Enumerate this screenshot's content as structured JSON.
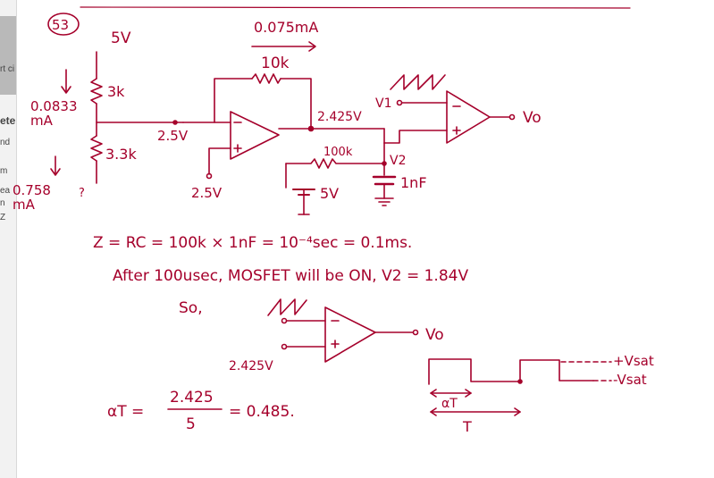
{
  "page_edge": {
    "snippets": [
      "rt ci",
      "ete",
      "nd",
      "m",
      "ea",
      "n",
      "Z"
    ]
  },
  "circuit": {
    "problem_number": "53",
    "supply_top": "5V",
    "r_top": "3k",
    "r_bottom": "3.3k",
    "divider_current": "0.0833\nmA",
    "bottom_current": "0.758\nmA",
    "ground_mark": "?",
    "mid_node": "2.5V",
    "opamp_bias": "2.5V",
    "feedback_current": "0.075mA",
    "feedback_resistor": "10k",
    "output_node": "2.425V",
    "rc_resistor": "100k",
    "source_5v": "5V",
    "v2_label": "V2",
    "capacitor": "1nF",
    "v1_label": "V1",
    "vo_label": "Vo"
  },
  "equations": {
    "time_constant": "Z = RC = 100k × 1nF = 10⁻⁴sec = 0.1ms.",
    "after_note": "After 100usec, MOSFET will be ON, V2 = 1.84V",
    "so_label": "So,"
  },
  "comparator": {
    "ref_label": "2.425V",
    "vo_label": "Vo"
  },
  "waveform": {
    "plus_label": "+Vsat",
    "minus_label": "-Vsat",
    "alpha_t_label": "αT",
    "t_label": "T"
  },
  "duty": {
    "lhs": "αT =",
    "numerator": "2.425",
    "denominator": "5",
    "result": "= 0.485."
  },
  "colors": {
    "ink": "#a5002b",
    "edge_strip": "#b9b9b9"
  }
}
